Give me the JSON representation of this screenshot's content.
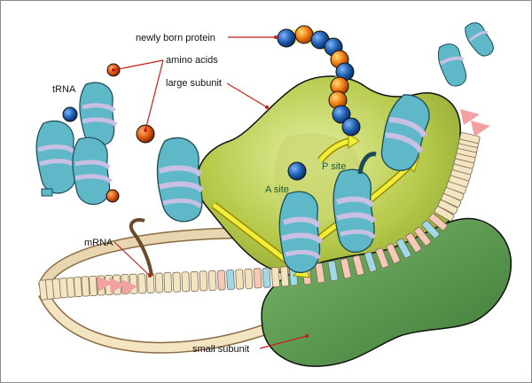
{
  "labels": {
    "newly_born_protein": "newly born protein",
    "amino_acids": "amino acids",
    "large_subunit": "large subunit",
    "trna": "tRNA",
    "mrna": "mRNA",
    "a_site": "A site",
    "p_site": "P site",
    "small_subunit": "small subunit"
  },
  "colors": {
    "large_subunit": "#b5c94a",
    "small_subunit": "#5c9a4e",
    "trna_body": "#5fb8c8",
    "trna_band": "#c7c0e4",
    "amino_acid": "#e05a10",
    "protein_blue": "#1f5fb0",
    "protein_orange": "#ee7a10",
    "mrna_strand": "#f2e2be",
    "arrow_yellow": "#f1ee3a",
    "leader_red": "#c41f1f"
  }
}
